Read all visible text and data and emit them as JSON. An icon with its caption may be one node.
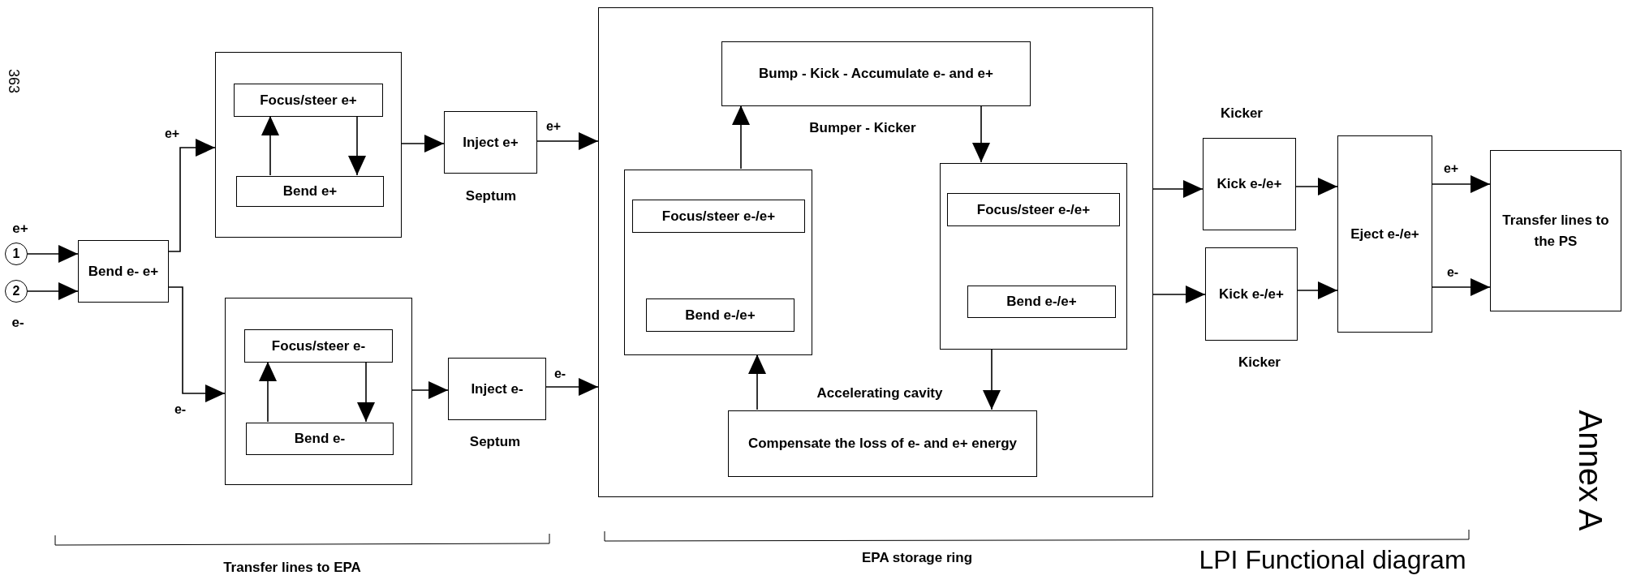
{
  "diagram": {
    "title": "LPI Functional diagram",
    "nodes": [
      {
        "text": [
          "1"
        ],
        "beside": [
          "e+"
        ]
      },
      {
        "text": [
          "2"
        ],
        "beside": [
          "e-"
        ]
      },
      {
        "text": [
          "Bend e- e+"
        ]
      },
      {
        "text": [],
        "shape": "box"
      },
      {
        "text": [
          "Focus/steer e+"
        ],
        "in": 3
      },
      {
        "text": [
          "Bend e+"
        ],
        "in": 3
      },
      {
        "text": [
          "Inject e+"
        ],
        "beside": [
          "Septum"
        ]
      },
      {
        "text": [],
        "shape": "box"
      },
      {
        "text": [
          "Focus/steer e-"
        ],
        "in": 7
      },
      {
        "text": [
          "Bend e-"
        ],
        "in": 7
      },
      {
        "text": [
          "Inject e-"
        ],
        "beside": [
          "Septum"
        ]
      },
      {
        "text": [],
        "shape": "box"
      },
      {
        "text": [
          "Bump - Kick - Accumulate e- and e+"
        ],
        "in": 11,
        "beside": [
          "Bumper - Kicker"
        ]
      },
      {
        "text": [],
        "shape": "box",
        "in": 11
      },
      {
        "text": [
          "Focus/steer e-/e+"
        ],
        "in": 13
      },
      {
        "text": [
          "Bend e-/e+"
        ],
        "in": 13
      },
      {
        "text": [],
        "shape": "box",
        "in": 11
      },
      {
        "text": [
          "Focus/steer e-/e+"
        ],
        "in": 16
      },
      {
        "text": [
          "Bend e-/e+"
        ],
        "in": 16
      },
      {
        "text": [
          "Compensate the loss of e- and e+ energy"
        ],
        "in": 11,
        "beside": [
          "Accelerating cavity"
        ]
      },
      {
        "text": [
          "Kick e-/e+"
        ],
        "beside": [
          "Kicker"
        ]
      },
      {
        "text": [
          "Kick e-/e+"
        ],
        "beside": [
          "Kicker"
        ]
      },
      {
        "text": [
          "Eject e-/e+"
        ]
      },
      {
        "text": [
          "Transfer lines to the PS"
        ]
      }
    ],
    "edges": [
      {
        "from": 0,
        "to": 2,
        "arrow": "to"
      },
      {
        "from": 1,
        "to": 2,
        "arrow": "to"
      },
      {
        "from": 2,
        "to": 3,
        "arrow": "to",
        "label": "e+"
      },
      {
        "from": 2,
        "to": 7,
        "arrow": "to",
        "label": "e-"
      },
      {
        "from": 5,
        "to": 4,
        "arrow": "to"
      },
      {
        "from": 4,
        "to": 5,
        "arrow": "to"
      },
      {
        "from": 3,
        "to": 6,
        "arrow": "to"
      },
      {
        "from": 6,
        "to": 11,
        "arrow": "to",
        "label": "e+"
      },
      {
        "from": 7,
        "to": 10,
        "arrow": "to"
      },
      {
        "from": 9,
        "to": 8,
        "arrow": "to"
      },
      {
        "from": 8,
        "to": 9,
        "arrow": "to"
      },
      {
        "from": 10,
        "to": 11,
        "arrow": "to",
        "label": "e-"
      },
      {
        "from": 13,
        "to": 12,
        "arrow": "to"
      },
      {
        "from": 12,
        "to": 16,
        "arrow": "to"
      },
      {
        "from": 16,
        "to": 19,
        "arrow": "to"
      },
      {
        "from": 19,
        "to": 13,
        "arrow": "to"
      },
      {
        "from": 11,
        "to": 20,
        "arrow": "to"
      },
      {
        "from": 11,
        "to": 21,
        "arrow": "to"
      },
      {
        "from": 20,
        "to": 22,
        "arrow": "to"
      },
      {
        "from": 21,
        "to": 22,
        "arrow": "to"
      },
      {
        "from": 22,
        "to": 23,
        "arrow": "to",
        "label": "e+"
      },
      {
        "from": 22,
        "to": 23,
        "arrow": "to",
        "label": "e-"
      }
    ],
    "labels": [
      "363",
      "Transfer lines to EPA",
      "EPA storage ring",
      "Annex A"
    ]
  }
}
